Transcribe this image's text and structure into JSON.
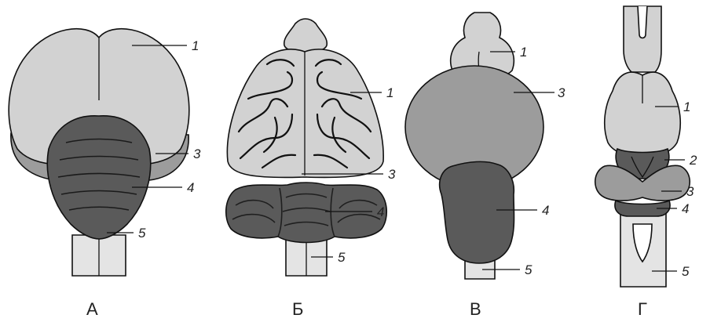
{
  "figures": [
    {
      "caption": "А",
      "labels": [
        "1",
        "3",
        "4",
        "5"
      ]
    },
    {
      "caption": "Б",
      "labels": [
        "1",
        "3",
        "4",
        "5"
      ]
    },
    {
      "caption": "В",
      "labels": [
        "1",
        "3",
        "4",
        "5"
      ]
    },
    {
      "caption": "Г",
      "labels": [
        "1",
        "2",
        "3",
        "4",
        "5"
      ]
    }
  ],
  "colors": {
    "light_gray": "#d2d2d2",
    "mid_gray": "#9c9c9c",
    "dark_gray": "#5a5a5a",
    "pale_stem": "#e4e4e4",
    "outline": "#111111"
  }
}
